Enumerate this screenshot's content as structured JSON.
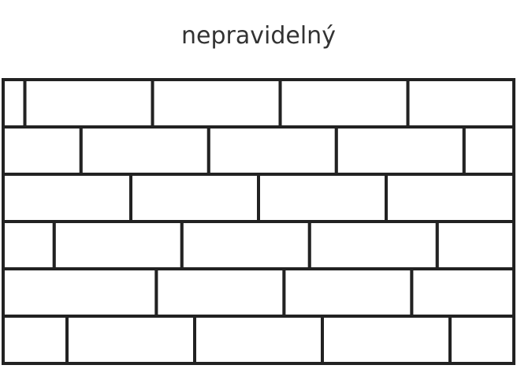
{
  "title": "nepravidelný",
  "pattern": {
    "rows": [
      [
        0.17,
        1,
        1,
        1,
        0.83
      ],
      [
        0.61,
        1,
        1,
        1,
        0.39
      ],
      [
        1,
        1,
        1,
        1
      ],
      [
        0.4,
        1,
        1,
        1,
        0.6
      ],
      [
        1.2,
        1,
        1,
        0.8
      ],
      [
        0.5,
        1,
        1,
        1,
        0.5
      ]
    ]
  },
  "colors": {
    "line": "#222222",
    "fill": "#ffffff"
  }
}
